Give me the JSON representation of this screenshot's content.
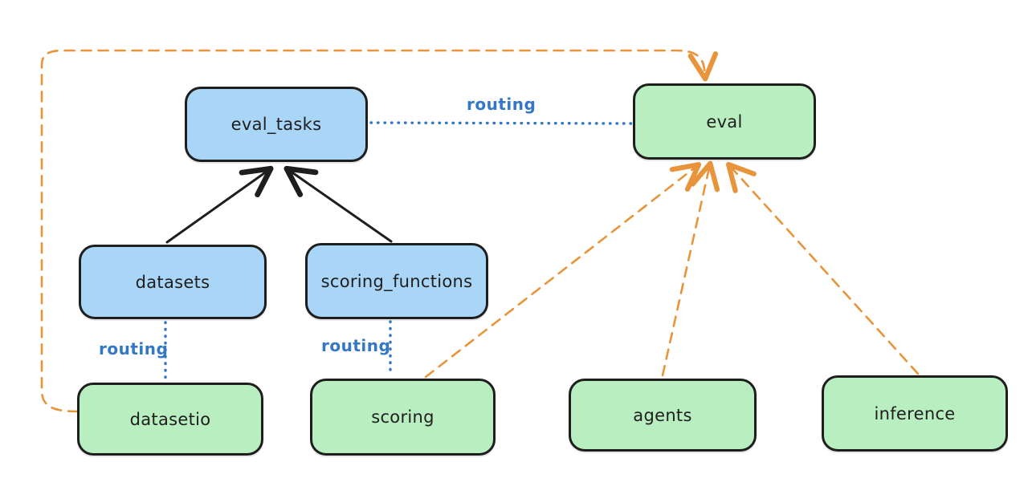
{
  "diagram": {
    "background_color": "#ffffff",
    "colors": {
      "node_border": "#1e1e1e",
      "blue_node_fill": "#a9d6f6",
      "green_node_fill": "#b9eec1",
      "solid_arrow": "#1e1e1e",
      "routing_line": "#3478c5",
      "provider_dashed_arrow": "#e8943a"
    },
    "nodes": [
      {
        "id": "eval_tasks",
        "label": "eval_tasks",
        "fill": "#a9d6f6"
      },
      {
        "id": "eval",
        "label": "eval",
        "fill": "#b9eec1"
      },
      {
        "id": "datasets",
        "label": "datasets",
        "fill": "#a9d6f6"
      },
      {
        "id": "scoring_functions",
        "label": "scoring_functions",
        "fill": "#a9d6f6"
      },
      {
        "id": "datasetio",
        "label": "datasetio",
        "fill": "#b9eec1"
      },
      {
        "id": "scoring",
        "label": "scoring",
        "fill": "#b9eec1"
      },
      {
        "id": "agents",
        "label": "agents",
        "fill": "#b9eec1"
      },
      {
        "id": "inference",
        "label": "inference",
        "fill": "#b9eec1"
      }
    ],
    "edges": [
      {
        "from": "datasets",
        "to": "eval_tasks",
        "style": "solid",
        "color": "#1e1e1e",
        "arrow": true,
        "label": ""
      },
      {
        "from": "scoring_functions",
        "to": "eval_tasks",
        "style": "solid",
        "color": "#1e1e1e",
        "arrow": true,
        "label": ""
      },
      {
        "from": "eval_tasks",
        "to": "eval",
        "style": "dotted",
        "color": "#3478c5",
        "arrow": false,
        "label": "routing"
      },
      {
        "from": "datasets",
        "to": "datasetio",
        "style": "dotted",
        "color": "#3478c5",
        "arrow": false,
        "label": "routing"
      },
      {
        "from": "scoring_functions",
        "to": "scoring",
        "style": "dotted",
        "color": "#3478c5",
        "arrow": false,
        "label": "routing"
      },
      {
        "from": "datasetio",
        "to": "eval",
        "style": "dashed",
        "color": "#e8943a",
        "arrow": true,
        "label": ""
      },
      {
        "from": "scoring",
        "to": "eval",
        "style": "dashed",
        "color": "#e8943a",
        "arrow": true,
        "label": ""
      },
      {
        "from": "agents",
        "to": "eval",
        "style": "dashed",
        "color": "#e8943a",
        "arrow": true,
        "label": ""
      },
      {
        "from": "inference",
        "to": "eval",
        "style": "dashed",
        "color": "#e8943a",
        "arrow": true,
        "label": ""
      }
    ]
  }
}
